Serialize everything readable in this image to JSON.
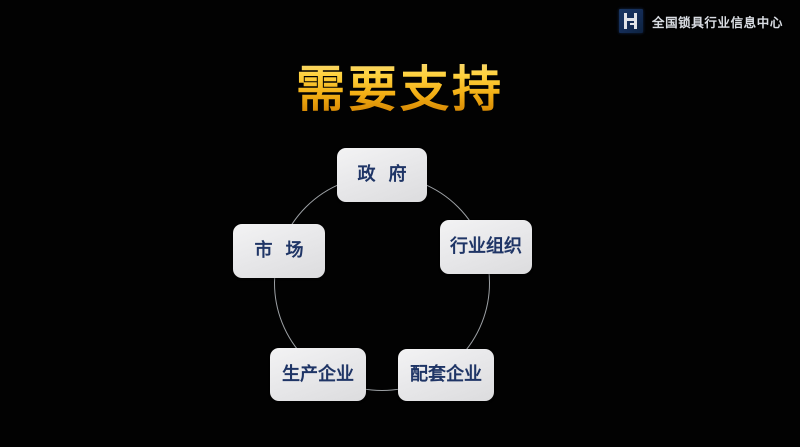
{
  "slide": {
    "title": "需要支持",
    "background_color": "#020202",
    "title_gradient": [
      "#f7d66a",
      "#ffd23f",
      "#f2ae14",
      "#c97c02"
    ]
  },
  "watermark": {
    "logo_icon": "h-logo-icon",
    "text": "全国锁具行业信息中心",
    "logo_color": "#16305c",
    "text_color": "#e9edf3"
  },
  "diagram": {
    "type": "cycle",
    "ring_color": "#b9bdc2",
    "node_fill": "#e9e9eb",
    "node_text_color": "#1f3566",
    "nodes": [
      {
        "id": "government",
        "label": "政府"
      },
      {
        "id": "industry",
        "label": "行业组织"
      },
      {
        "id": "supplier",
        "label": "配套企业"
      },
      {
        "id": "producer",
        "label": "生产企业"
      },
      {
        "id": "market",
        "label": "市场"
      }
    ]
  }
}
